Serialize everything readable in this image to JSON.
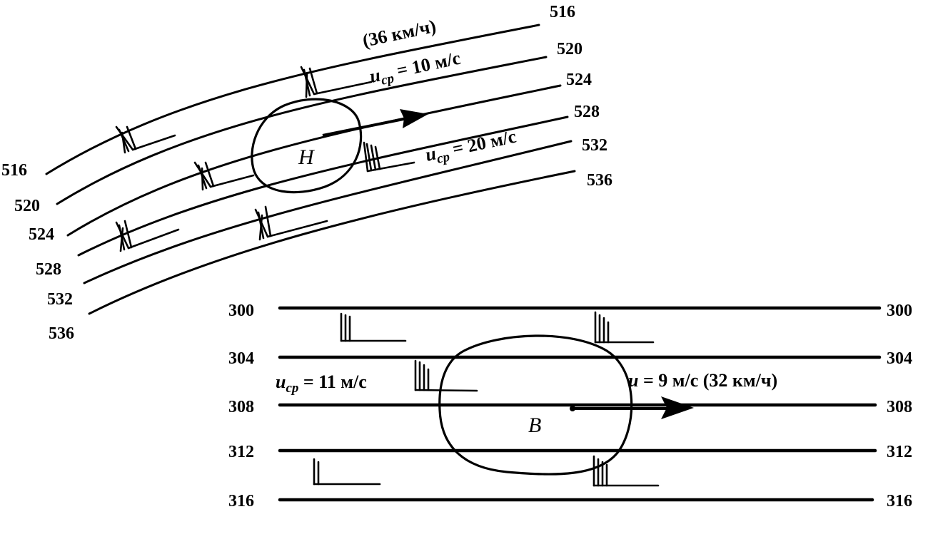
{
  "upper_panel": {
    "contours": [
      {
        "value": "516",
        "left_label": "516",
        "right_label": "516"
      },
      {
        "value": "520",
        "left_label": "520",
        "right_label": "520"
      },
      {
        "value": "524",
        "left_label": "524",
        "right_label": "524"
      },
      {
        "value": "528",
        "left_label": "528",
        "right_label": "528"
      },
      {
        "value": "532",
        "left_label": "532",
        "right_label": "532"
      },
      {
        "value": "536",
        "left_label": "536",
        "right_label": "536"
      }
    ],
    "center_label": "Н",
    "annotation_speed_kmh": "(36 км/ч)",
    "annotation_avg1": {
      "symbol": "u",
      "subscript": "ср",
      "text": " = 10 м/с"
    },
    "annotation_avg2": {
      "symbol": "u",
      "subscript": "ср",
      "text": " = 20 м/с"
    }
  },
  "lower_panel": {
    "contours": [
      {
        "value": "300",
        "left_label": "300",
        "right_label": "300"
      },
      {
        "value": "304",
        "left_label": "304",
        "right_label": "304"
      },
      {
        "value": "308",
        "left_label": "308",
        "right_label": "308"
      },
      {
        "value": "312",
        "left_label": "312",
        "right_label": "312"
      },
      {
        "value": "316",
        "left_label": "316",
        "right_label": "316"
      }
    ],
    "center_label": "В",
    "annotation_avg": {
      "symbol": "u",
      "subscript": "ср",
      "text": " = 11 м/с"
    },
    "annotation_speed": {
      "symbol": "u",
      "text": " = 9 м/с (32 км/ч)"
    }
  }
}
